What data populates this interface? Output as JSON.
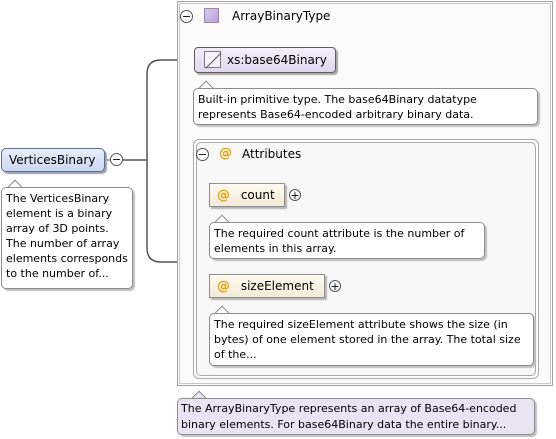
{
  "element": {
    "name": "VerticesBinary",
    "doc": "The VerticesBinary element is a binary array of 3D points. The number of array elements corresponds to the number of..."
  },
  "complex_type": {
    "name": "ArrayBinaryType",
    "doc": "The ArrayBinaryType represents an array of Base64-encoded binary elements. For base64Binary data the entire binary..."
  },
  "primitive": {
    "name": "xs:base64Binary",
    "doc": "Built-in primitive type. The base64Binary datatype represents Base64-encoded arbitrary binary data."
  },
  "attributes_group": {
    "symbol": "@",
    "label": "Attributes",
    "items": [
      {
        "symbol": "@",
        "name": "count",
        "doc": "The required count attribute is the number of elements in this array."
      },
      {
        "symbol": "@",
        "name": "sizeElement",
        "doc": "The required sizeElement attribute shows the size (in bytes) of one element stored in the array. The total size of the..."
      }
    ]
  },
  "icons": {
    "collapse": "−",
    "expand": "+"
  },
  "colors": {
    "element_fill": "#cdd9f2",
    "type_icon": "#b8a0dc",
    "attribute_symbol": "#e6a000",
    "type_doc_fill": "#e9e4f3"
  }
}
